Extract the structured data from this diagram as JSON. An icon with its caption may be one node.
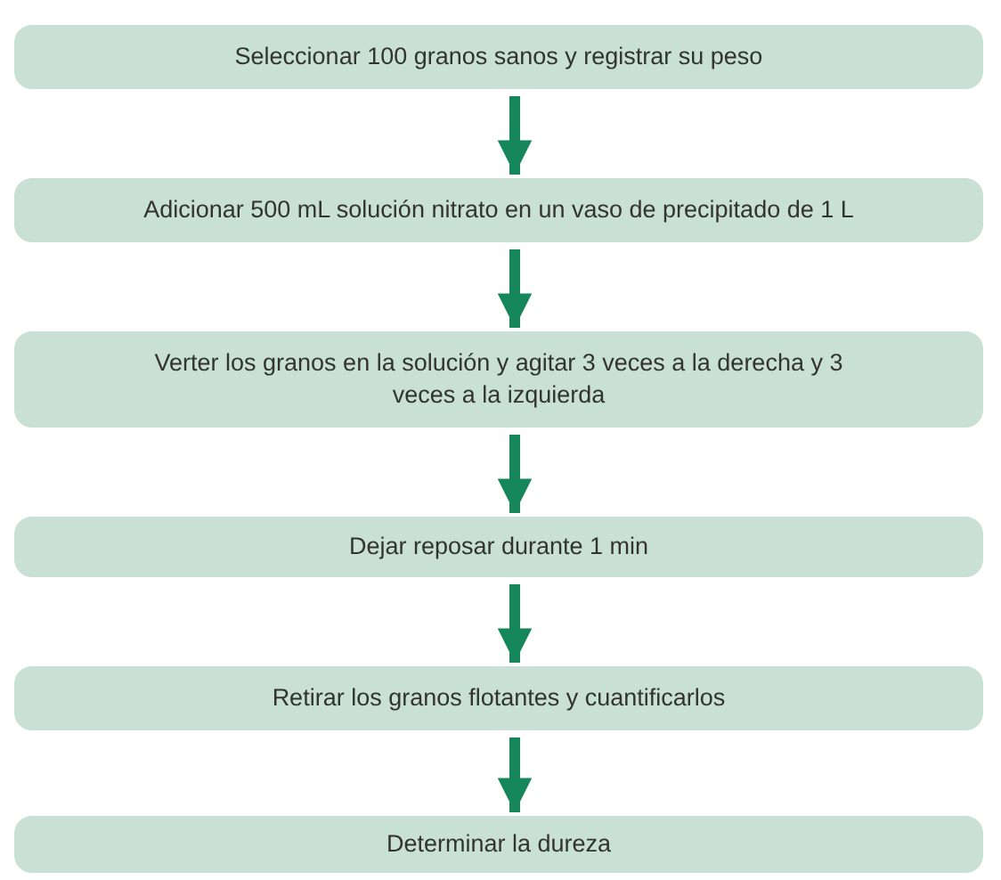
{
  "diagram": {
    "nodes": [
      {
        "text": [
          "Seleccionar 100 granos sanos y registrar su peso"
        ]
      },
      {
        "text": [
          "Adicionar 500 mL solución nitrato en un vaso de precipitado de 1 L"
        ]
      },
      {
        "text": [
          "Verter los granos en la solución y agitar 3 veces a la derecha y 3 veces a la izquierda"
        ]
      },
      {
        "text": [
          "Dejar reposar durante 1 min"
        ]
      },
      {
        "text": [
          "Retirar los granos flotantes y cuantificarlos"
        ]
      },
      {
        "text": [
          "Determinar la dureza"
        ]
      }
    ],
    "edges": [
      {
        "from": 0,
        "to": 1,
        "arrow": "to"
      },
      {
        "from": 1,
        "to": 2,
        "arrow": "to"
      },
      {
        "from": 2,
        "to": 3,
        "arrow": "to"
      },
      {
        "from": 3,
        "to": 4,
        "arrow": "to"
      },
      {
        "from": 4,
        "to": 5,
        "arrow": "to"
      }
    ]
  }
}
